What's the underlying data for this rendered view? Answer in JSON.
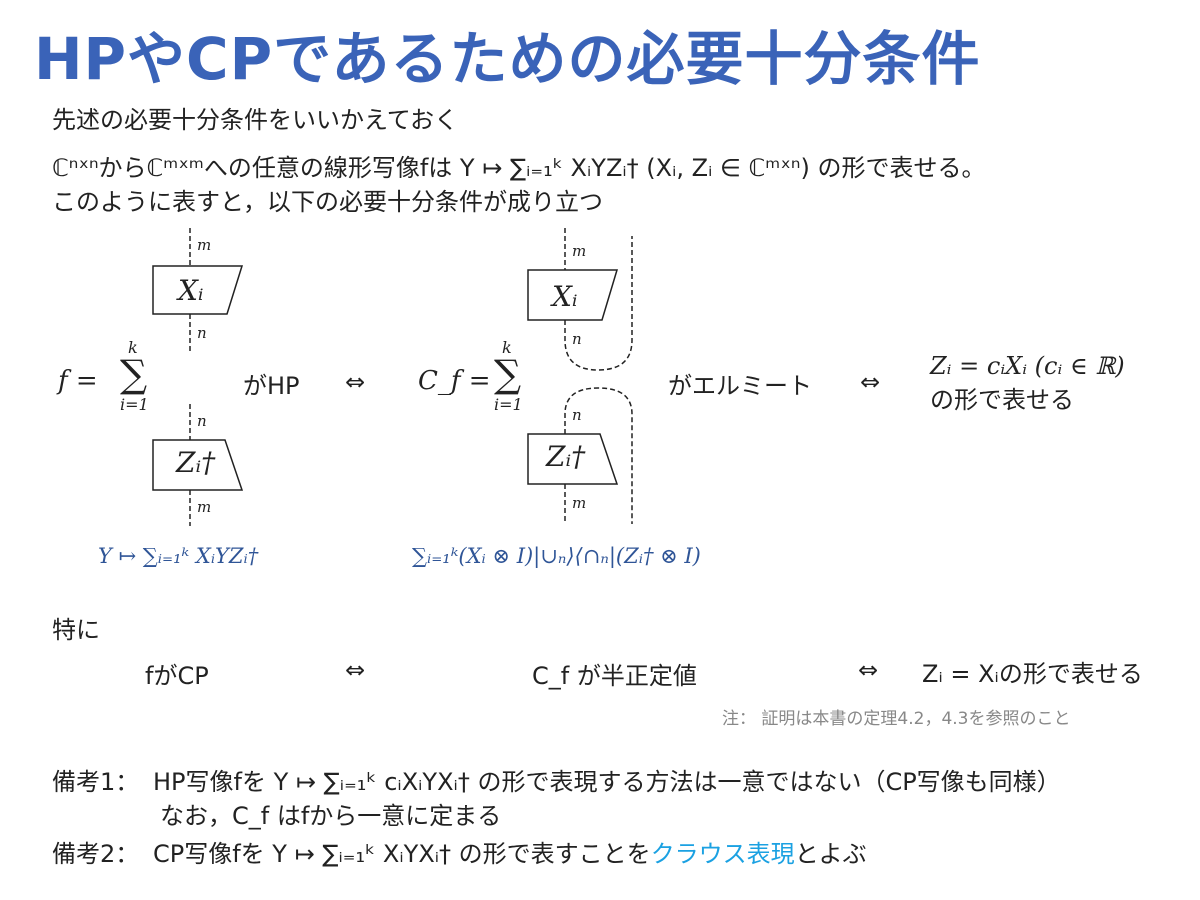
{
  "title": "HPやCPであるための必要十分条件",
  "intro": {
    "line1": "先述の必要十分条件をいいかえておく",
    "line2": "ℂⁿˣⁿからℂᵐˣᵐへの任意の線形写像fは Y ↦ ∑ᵢ₌₁ᵏ XᵢYZᵢ† (Xᵢ, Zᵢ ∈ ℂᵐˣⁿ) の形で表せる。",
    "line3": "このように表すと，以下の必要十分条件が成り立つ"
  },
  "diagram": {
    "f_eq": "f =",
    "sum_top": "k",
    "sum_sym": "∑",
    "sum_bottom": "i=1",
    "left_top_label": "m",
    "left_x_label": "Xᵢ",
    "left_n_label": "n",
    "left_n2_label": "n",
    "left_z_label": "Zᵢ†",
    "left_m2_label": "m",
    "hp_text": "がHP",
    "iff1": "⇔",
    "cf_eq": "C_f =",
    "right_top_label": "m",
    "right_x_label": "Xᵢ",
    "right_n_label": "n",
    "right_n2_label": "n",
    "right_z_label": "Zᵢ†",
    "right_m2_label": "m",
    "hermite_text": "がエルミート",
    "iff2": "⇔",
    "cond_line1": "Zᵢ = cᵢXᵢ (cᵢ ∈ ℝ)",
    "cond_line2": "の形で表せる",
    "caption_left": "Y ↦ ∑ᵢ₌₁ᵏ XᵢYZᵢ†",
    "caption_right": "∑ᵢ₌₁ᵏ(Xᵢ ⊗ I)|∪ₙ⟩⟨∩ₙ|(Zᵢ† ⊗ I)"
  },
  "especially": {
    "label": "特に",
    "f_cp": "fがCP",
    "iff1": "⇔",
    "cf_psd": "C_f が半正定値",
    "iff2": "⇔",
    "z_eq_x": "Zᵢ = Xᵢの形で表せる"
  },
  "note": "注： 証明は本書の定理4.2，4.3を参照のこと",
  "remarks": {
    "r1_label": "備考1：",
    "r1_text": "HP写像fを Y ↦ ∑ᵢ₌₁ᵏ cᵢXᵢYXᵢ† の形で表現する方法は一意ではない（CP写像も同様）",
    "r1_text2": "なお，C_f はfから一意に定まる",
    "r2_label": "備考2：",
    "r2_text_a": "CP写像fを Y ↦ ∑ᵢ₌₁ᵏ XᵢYXᵢ† の形で表すことを",
    "r2_kraus": "クラウス表現",
    "r2_text_b": "とよぶ"
  },
  "colors": {
    "title": "#3a63b8",
    "caption": "#2f5597",
    "kraus": "#1ba1e2",
    "note": "#888888"
  }
}
